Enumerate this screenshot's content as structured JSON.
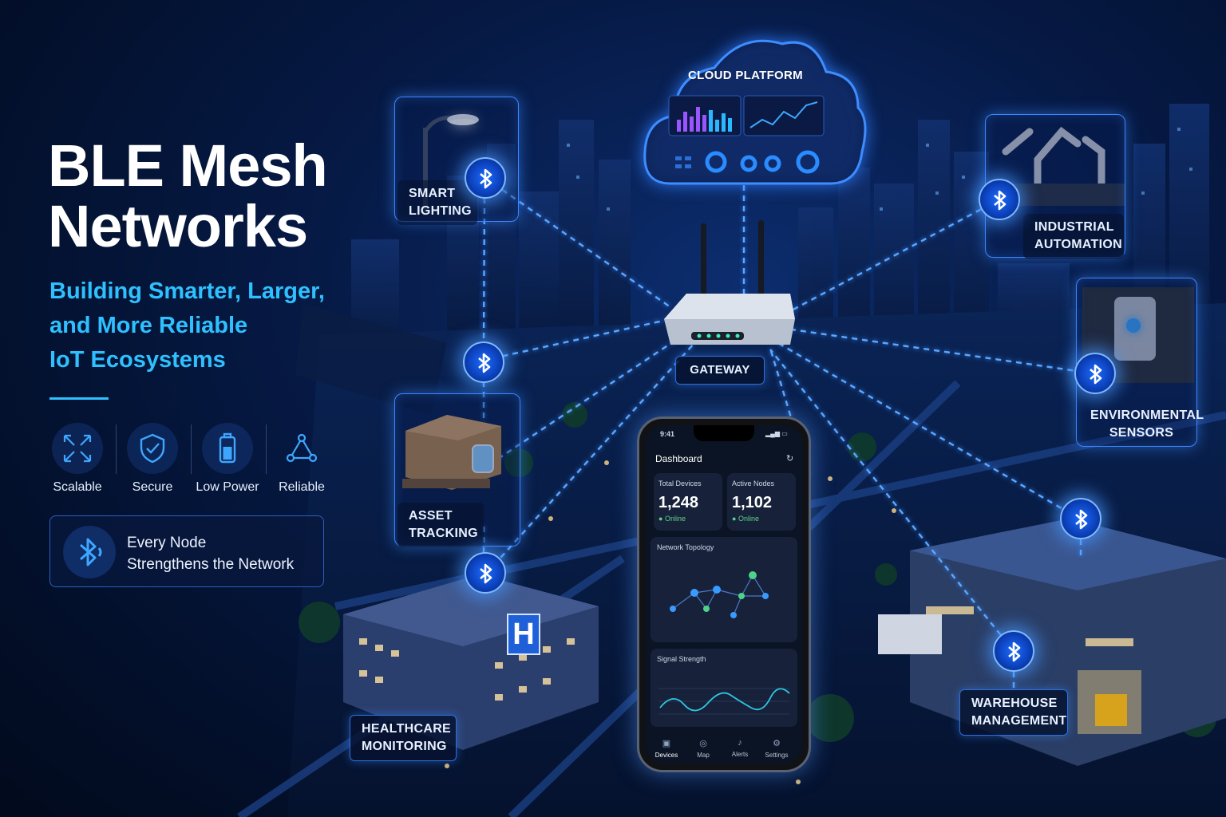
{
  "title": {
    "line1": "BLE Mesh",
    "line2": "Networks"
  },
  "subtitle": {
    "line1": "Building Smarter, Larger,",
    "line2": "and More Reliable",
    "line3": "IoT Ecosystems"
  },
  "features": [
    {
      "label": "Scalable",
      "icon": "expand-arrows-icon"
    },
    {
      "label": "Secure",
      "icon": "shield-check-icon"
    },
    {
      "label": "Low Power",
      "icon": "battery-icon"
    },
    {
      "label": "Reliable",
      "icon": "network-triangle-icon"
    }
  ],
  "callout": {
    "line1": "Every Node",
    "line2": "Strengthens the Network",
    "icon": "bluetooth-icon"
  },
  "cloud": {
    "label": "CLOUD PLATFORM"
  },
  "gateway": {
    "label": "GATEWAY"
  },
  "nodes": {
    "smart_lighting": {
      "line1": "SMART",
      "line2": "LIGHTING"
    },
    "asset_tracking": {
      "line1": "ASSET",
      "line2": "TRACKING"
    },
    "healthcare": {
      "line1": "HEALTHCARE",
      "line2": "MONITORING"
    },
    "industrial": {
      "line1": "INDUSTRIAL",
      "line2": "AUTOMATION"
    },
    "environmental": {
      "line1": "ENVIRONMENTAL",
      "line2": "SENSORS"
    },
    "warehouse": {
      "line1": "WAREHOUSE",
      "line2": "MANAGEMENT"
    }
  },
  "hospital_sign": "H",
  "phone": {
    "time": "9:41",
    "header": "Dashboard",
    "total_devices_label": "Total Devices",
    "total_devices_value": "1,248",
    "total_status": "Online",
    "active_nodes_label": "Active Nodes",
    "active_nodes_value": "1,102",
    "active_status": "Online",
    "topology_label": "Network Topology",
    "signal_label": "Signal Strength",
    "nav": [
      {
        "label": "Devices",
        "icon": "devices-icon"
      },
      {
        "label": "Map",
        "icon": "map-pin-icon"
      },
      {
        "label": "Alerts",
        "icon": "bell-icon"
      },
      {
        "label": "Settings",
        "icon": "gear-icon"
      }
    ]
  },
  "colors": {
    "accent": "#2ec0ff",
    "mesh": "#4aa0ff",
    "bluetooth": "#1d6cff",
    "background": "#04102e"
  }
}
